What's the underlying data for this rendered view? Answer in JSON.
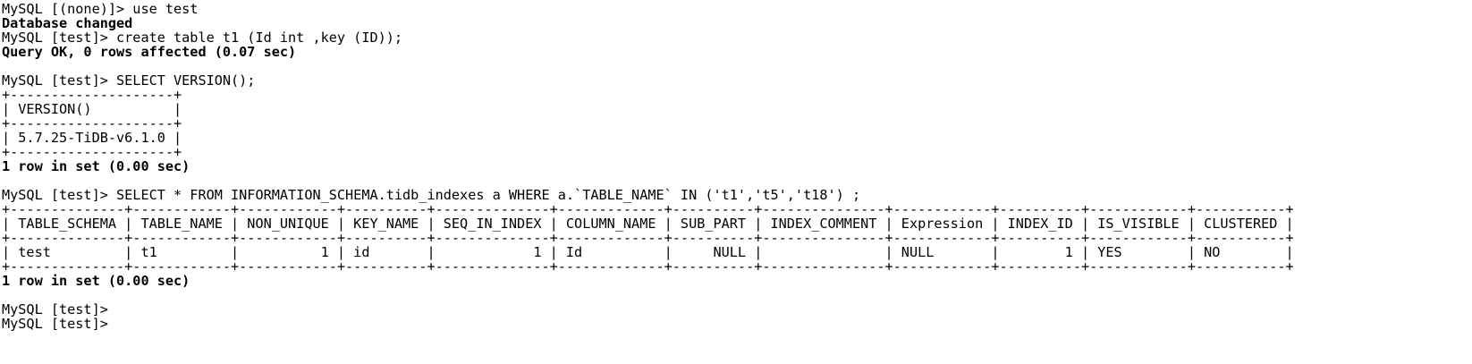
{
  "session": {
    "lines": [
      {
        "text": "MySQL [(none)]> use test",
        "bold": false
      },
      {
        "text": "Database changed",
        "bold": true
      },
      {
        "text": "MySQL [test]> create table t1 (Id int ,key (ID));",
        "bold": false
      },
      {
        "text": "Query OK, 0 rows affected (0.07 sec)",
        "bold": true
      },
      {
        "text": "",
        "bold": false
      },
      {
        "text": "MySQL [test]> SELECT VERSION();",
        "bold": false
      },
      {
        "text": "+--------------------+",
        "bold": false
      },
      {
        "text": "| VERSION()          |",
        "bold": false
      },
      {
        "text": "+--------------------+",
        "bold": false
      },
      {
        "text": "| 5.7.25-TiDB-v6.1.0 |",
        "bold": false
      },
      {
        "text": "+--------------------+",
        "bold": false
      },
      {
        "text": "1 row in set (0.00 sec)",
        "bold": true
      },
      {
        "text": "",
        "bold": false
      },
      {
        "text": "MySQL [test]> SELECT * FROM INFORMATION_SCHEMA.tidb_indexes a WHERE a.`TABLE_NAME` IN ('t1','t5','t18') ;",
        "bold": false
      },
      {
        "text": "+--------------+------------+------------+----------+--------------+-------------+----------+---------------+------------+----------+------------+-----------+",
        "bold": false
      },
      {
        "text": "| TABLE_SCHEMA | TABLE_NAME | NON_UNIQUE | KEY_NAME | SEQ_IN_INDEX | COLUMN_NAME | SUB_PART | INDEX_COMMENT | Expression | INDEX_ID | IS_VISIBLE | CLUSTERED |",
        "bold": false
      },
      {
        "text": "+--------------+------------+------------+----------+--------------+-------------+----------+---------------+------------+----------+------------+-----------+",
        "bold": false
      },
      {
        "text": "| test         | t1         |          1 | id       |            1 | Id          |     NULL |               | NULL       |        1 | YES        | NO        |",
        "bold": false
      },
      {
        "text": "+--------------+------------+------------+----------+--------------+-------------+----------+---------------+------------+----------+------------+-----------+",
        "bold": false
      },
      {
        "text": "1 row in set (0.00 sec)",
        "bold": true
      },
      {
        "text": "",
        "bold": false
      },
      {
        "text": "MySQL [test]>",
        "bold": false
      },
      {
        "text": "MySQL [test]>",
        "bold": false
      }
    ]
  }
}
